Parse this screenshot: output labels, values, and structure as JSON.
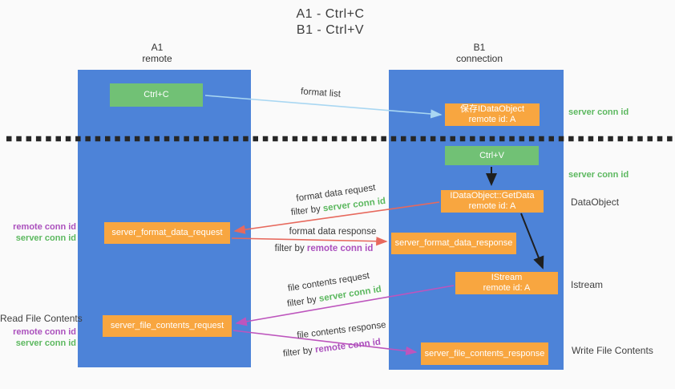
{
  "title": {
    "line1": "A1 - Ctrl+C",
    "line2": "B1 - Ctrl+V"
  },
  "lanes": {
    "left": {
      "name": "A1",
      "role": "remote"
    },
    "right": {
      "name": "B1",
      "role": "connection"
    }
  },
  "nodes": {
    "ctrl_c": "Ctrl+C",
    "ctrl_v": "Ctrl+V",
    "save_idataobject": {
      "line1": "保存IDataObject",
      "line2": "remote id: A"
    },
    "getdata": {
      "line1": "IDataObject::GetData",
      "line2": "remote id: A"
    },
    "istream": {
      "line1": "IStream",
      "line2": "remote id: A"
    },
    "format_request": "server_format_data_request",
    "format_response": "server_format_data_response",
    "file_request": "server_file_contents_request",
    "file_response": "server_file_contents_response"
  },
  "edge_labels": {
    "format_list": "format list",
    "format_data_request": "format data request",
    "format_data_response": "format data response",
    "file_contents_request": "file contents request",
    "file_contents_response": "file contents response",
    "filter_by": "filter by",
    "server_conn_id": "server conn id",
    "remote_conn_id": "remote conn id"
  },
  "annotations": {
    "server_conn_id_top": "server conn id",
    "server_conn_id_mid": "server conn id",
    "dataobject": "DataObject",
    "istream": "Istream",
    "read_file_contents": "Read File Contents",
    "write_file_contents": "Write File Contents",
    "remote_conn_id": "remote conn id",
    "server_conn_id": "server conn id"
  },
  "colors": {
    "lane_blue": "#4d83d8",
    "node_green": "#71c175",
    "node_orange": "#f8a640",
    "arrow_light_blue": "#a9d7f2",
    "arrow_red": "#e7695d",
    "arrow_magenta": "#bd55bd",
    "arrow_black": "#1f1f1f",
    "text_green": "#5cb85f",
    "text_purple": "#ab50bd",
    "background": "#fafafa"
  }
}
